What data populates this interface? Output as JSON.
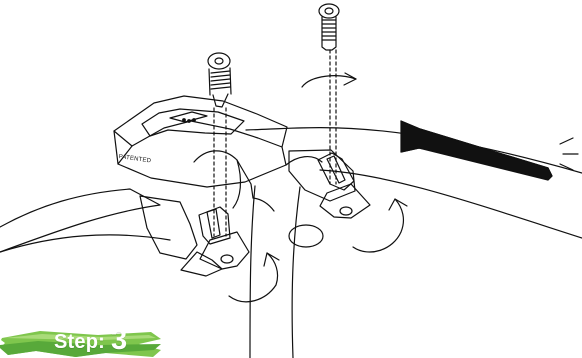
{
  "diagram": {
    "patent_label": "PATENTED"
  },
  "step": {
    "label": "Step:",
    "number": "3"
  },
  "colors": {
    "line": "#111111",
    "step_green_dark": "#58a93a",
    "step_green": "#7fc64d",
    "step_green_light": "#a9db79",
    "background": "#ffffff"
  }
}
